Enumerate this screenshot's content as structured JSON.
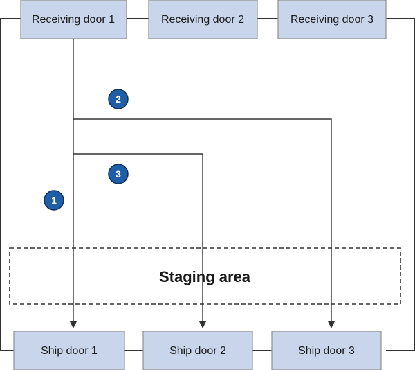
{
  "diagram": {
    "receiving_doors": [
      {
        "label": "Receiving door 1"
      },
      {
        "label": "Receiving door 2"
      },
      {
        "label": "Receiving door 3"
      }
    ],
    "ship_doors": [
      {
        "label": "Ship door 1"
      },
      {
        "label": "Ship door 2"
      },
      {
        "label": "Ship door 3"
      }
    ],
    "staging_area": {
      "label": "Staging area"
    },
    "route_markers": [
      {
        "number": "1"
      },
      {
        "number": "2"
      },
      {
        "number": "3"
      }
    ],
    "colors": {
      "door_fill": "#c9d5ea",
      "door_stroke": "#8f8f8f",
      "marker_fill": "#1f5fa8",
      "line": "#333333"
    }
  }
}
